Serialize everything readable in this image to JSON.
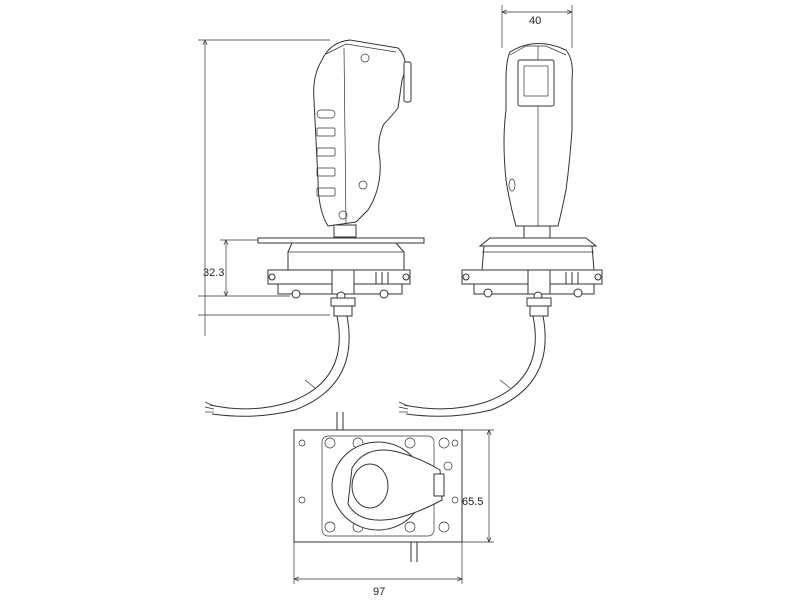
{
  "dimensions": {
    "height_side": "32.3",
    "width_front": "40",
    "plate_height": "65.5",
    "plate_width": "97"
  },
  "colors": {
    "line": "#333333",
    "background": "#ffffff"
  }
}
